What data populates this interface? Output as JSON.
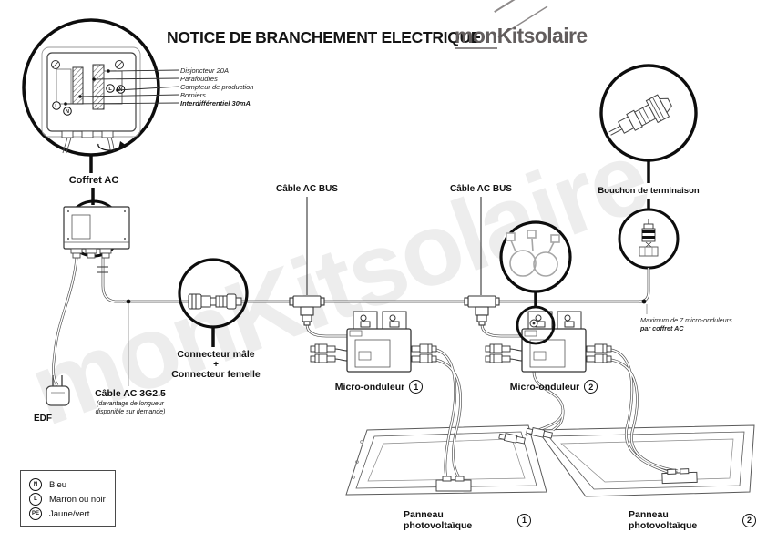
{
  "header": {
    "title": "NOTICE DE BRANCHEMENT ELECTRIQUE",
    "logo_mon": "mon",
    "logo_rest": "Kitsolaire"
  },
  "watermark": "monKitsolaire",
  "coffret_detail": {
    "callouts": [
      "Disjoncteur 20A",
      "Parafoudres",
      "Compteur de production",
      "Borniers",
      "Interdifférentiel 30mA"
    ],
    "label": "Coffret AC"
  },
  "bus": {
    "cable_bus_label_1": "Câble AC BUS",
    "cable_bus_label_2": "Câble AC BUS",
    "connector_line1": "Connecteur mâle",
    "connector_plus": "+",
    "connector_line2": "Connecteur femelle",
    "termination_label": "Bouchon de terminaison",
    "max_note_line1": "Maximum de 7 micro-onduleurs",
    "max_note_line2": "par coffret AC"
  },
  "supply": {
    "cable_label": "Câble AC 3G2.5",
    "cable_note_line1": "(davantage de longueur",
    "cable_note_line2": "disponible sur demande)",
    "edf_label": "EDF"
  },
  "inverters": [
    {
      "label": "Micro-onduleur",
      "number": "1"
    },
    {
      "label": "Micro-onduleur",
      "number": "2"
    }
  ],
  "panels": [
    {
      "label": "Panneau photovoltaïque",
      "number": "1"
    },
    {
      "label": "Panneau photovoltaïque",
      "number": "2"
    }
  ],
  "legend": {
    "items": [
      {
        "symbol": "N",
        "label": "Bleu"
      },
      {
        "symbol": "L",
        "label": "Marron ou noir"
      },
      {
        "symbol": "PE",
        "label": "Jaune/vert"
      }
    ]
  },
  "colors": {
    "ink": "#111111",
    "line": "#3c3c3c",
    "gray_leader": "#9c9c9c",
    "watermark": "#ededed",
    "logo_gray": "#625d5d"
  }
}
